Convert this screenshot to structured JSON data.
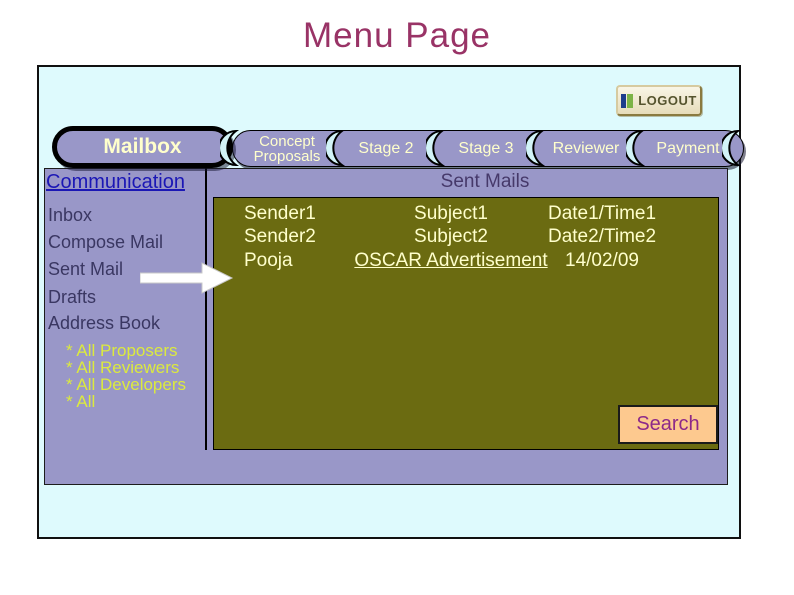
{
  "page": {
    "title": "Menu Page"
  },
  "palette": {
    "title_color": "#993366",
    "panel_cyan": "#defafd",
    "panel_lavender": "#9997c8",
    "panel_olive": "#6b6b11",
    "text_cream": "#ffffcc",
    "link_blue": "#1b17b5",
    "sidebar_text": "#3a3762",
    "star_text": "#dcea3e",
    "search_bg": "#fdc98f",
    "search_text": "#8d2989"
  },
  "header": {
    "logout_label": "LOGOUT"
  },
  "nav": {
    "mailbox_label": "Mailbox",
    "tabs": [
      {
        "label": "Concept Proposals"
      },
      {
        "label": "Stage 2"
      },
      {
        "label": "Stage 3"
      },
      {
        "label": "Reviewer"
      },
      {
        "label": "Payment"
      }
    ]
  },
  "communication_link": "Communication",
  "sidebar": {
    "items": [
      {
        "label": "Inbox"
      },
      {
        "label": "Compose Mail"
      },
      {
        "label": "Sent Mail"
      },
      {
        "label": "Drafts"
      },
      {
        "label": "Address Book"
      }
    ],
    "address_book_groups": [
      {
        "label": "* All Proposers"
      },
      {
        "label": "* All Reviewers"
      },
      {
        "label": "* All Developers"
      },
      {
        "label": "* All"
      }
    ]
  },
  "sent_mails": {
    "heading": "Sent Mails",
    "rows": [
      {
        "sender": "Sender1",
        "subject": "Subject1",
        "date": "Date1/Time1"
      },
      {
        "sender": "Sender2",
        "subject": "Subject2",
        "date": "Date2/Time2"
      },
      {
        "sender": "Pooja",
        "subject": "OSCAR Advertisement",
        "date": "14/02/09"
      }
    ],
    "search_label": "Search"
  }
}
